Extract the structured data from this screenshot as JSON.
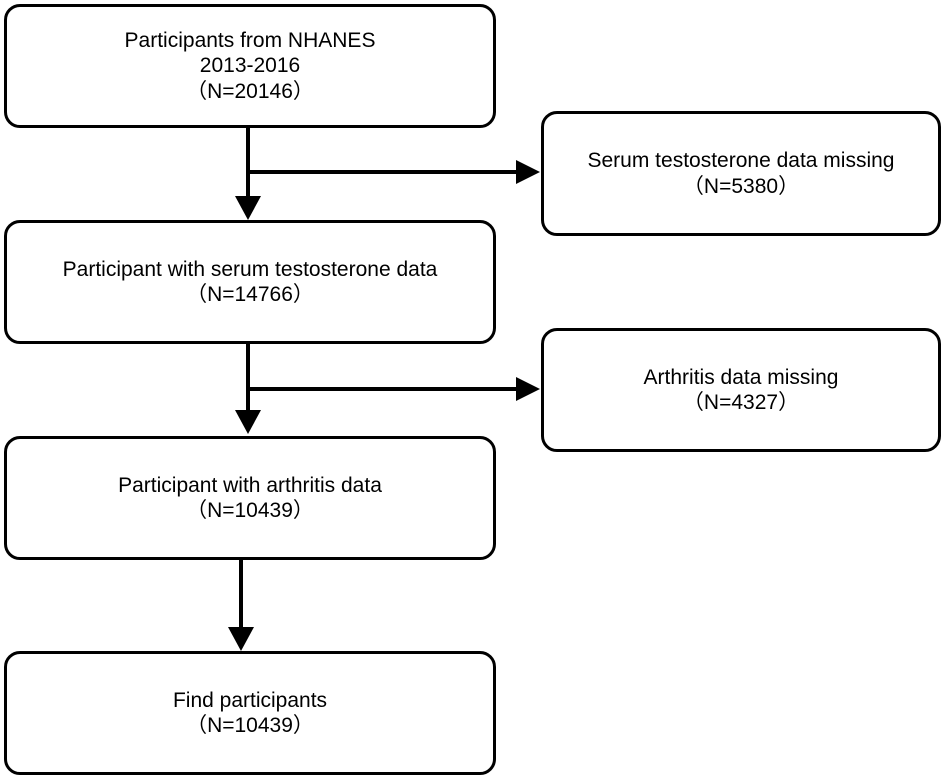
{
  "boxes": {
    "participants_nhanes": {
      "line1": "Participants from NHANES",
      "line2": "2013-2016",
      "count": "（N=20146）"
    },
    "serum_missing": {
      "line1": "Serum testosterone data missing",
      "count": "（N=5380）"
    },
    "serum_data": {
      "line1": "Participant with serum testosterone data",
      "count": "（N=14766）"
    },
    "arthritis_missing": {
      "line1": "Arthritis data missing",
      "count": "（N=4327）"
    },
    "arthritis_data": {
      "line1": "Participant with arthritis data",
      "count": "（N=10439）"
    },
    "final": {
      "line1": "Find participants",
      "count": "（N=10439）"
    }
  },
  "style": {
    "stroke_color": "#000000",
    "fill_color": "#ffffff"
  }
}
